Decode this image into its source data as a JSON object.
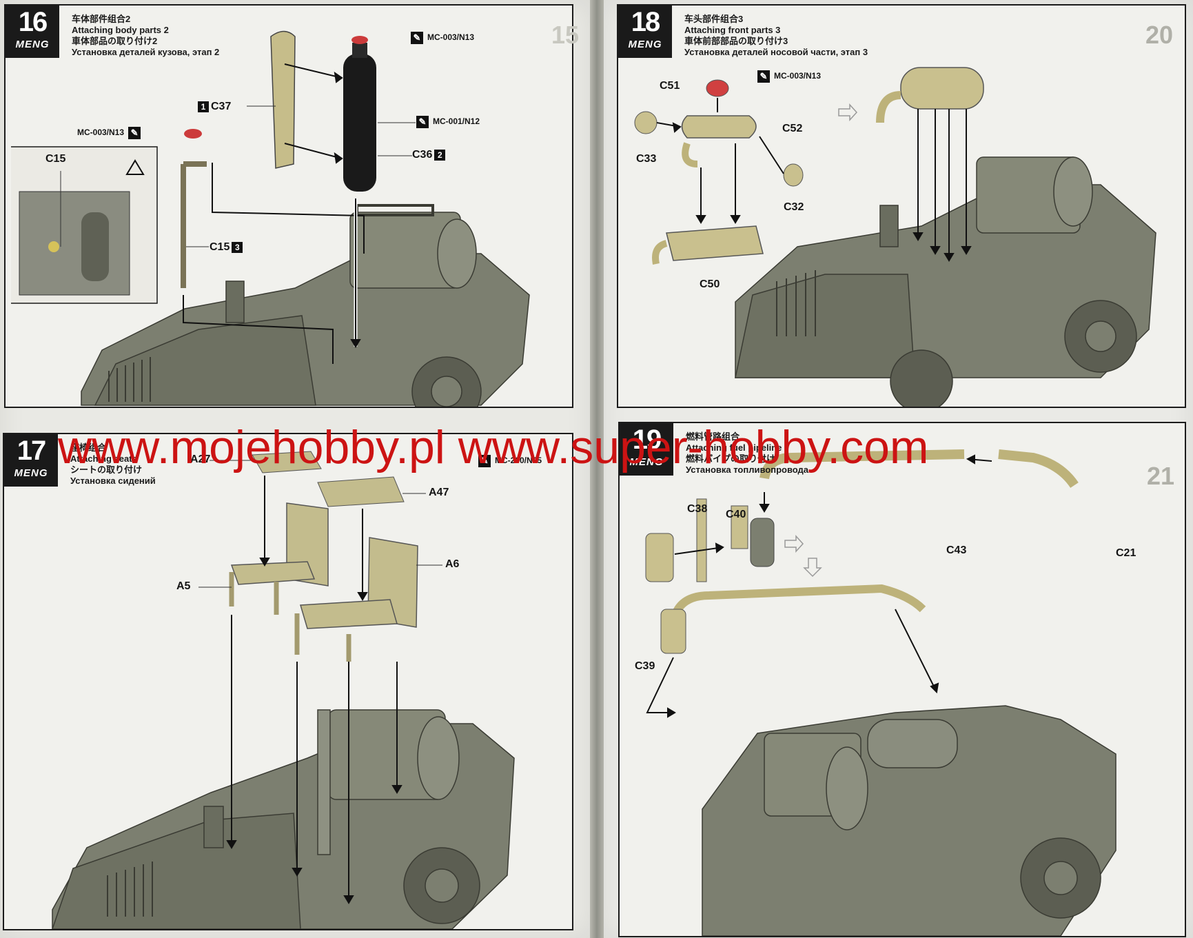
{
  "steps": [
    {
      "number": "16",
      "brand": "MENG",
      "title_cn": "车体部件组合2",
      "title_en": "Attaching body parts 2",
      "title_jp": "車体部品の取り付け2",
      "title_ru": "Установка деталей кузова, этап 2",
      "labels": {
        "c37": "C37",
        "c36": "C36",
        "c15_main": "C15",
        "c15_detail": "C15",
        "paint_a": "MC-003/N13",
        "paint_b": "MC-001/N12",
        "paint_c": "MC-003/N13",
        "order1": "1",
        "order2": "2",
        "order3": "3"
      }
    },
    {
      "number": "17",
      "brand": "MENG",
      "title_cn": "座椅组合",
      "title_en": "Attaching seats",
      "title_jp": "シートの取り付け",
      "title_ru": "Установка сидений",
      "labels": {
        "a27": "A27",
        "a47": "A47",
        "a5": "A5",
        "a6": "A6",
        "paint": "MC-200/N35"
      }
    },
    {
      "number": "18",
      "brand": "MENG",
      "title_cn": "车头部件组合3",
      "title_en": "Attaching front parts 3",
      "title_jp": "車体前部部品の取り付け3",
      "title_ru": "Установка деталей носовой части, этап 3",
      "labels": {
        "c51": "C51",
        "c52": "C52",
        "c33": "C33",
        "c32": "C32",
        "c50": "C50",
        "paint": "MC-003/N13"
      }
    },
    {
      "number": "19",
      "brand": "MENG",
      "title_cn": "燃料管路组合",
      "title_en": "Attaching fuel pipeline",
      "title_jp": "燃料パイプの取り付け",
      "title_ru": "Установка топливопровода",
      "labels": {
        "c38": "C38",
        "c40": "C40",
        "c39": "C39",
        "c43": "C43",
        "c21": "C21"
      }
    }
  ],
  "ghost_page_numbers": {
    "left_ghost": "15",
    "right_top": "20",
    "right_bottom": "21"
  },
  "watermark": "www.mojehobby.pl www.super-hobby.com",
  "colors": {
    "panel_border": "#1b1b1b",
    "vehicle": "#7a7d6e",
    "part_tan": "#c9c08e",
    "part_red": "#d04040",
    "watermark": "#cc1313"
  }
}
